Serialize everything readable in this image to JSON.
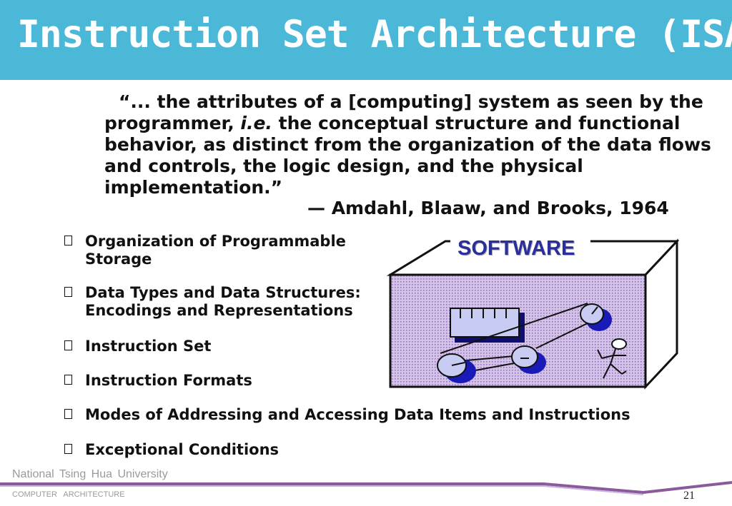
{
  "slide": {
    "title": "Instruction Set Architecture (ISA)",
    "quote": {
      "line1": "“... the attributes of a [computing] system as seen by the",
      "line2_a": "programmer, ",
      "line2_em": "i.e.",
      "line2_b": "  the conceptual structure and functional",
      "line3": "behavior, as distinct from the organization of the data flows",
      "line4": "and controls, the logic design, and the physical",
      "line5": "implementation.”"
    },
    "attribution": "— Amdahl, Blaaw, and Brooks,  1964",
    "bullets": [
      {
        "line1": "Organization of Programmable",
        "line2": "Storage"
      },
      {
        "line1": "Data Types and Data Structures:",
        "line2": "Encodings and Representations"
      },
      {
        "line1": "Instruction Set",
        "line2": ""
      },
      {
        "line1": "Instruction Formats",
        "line2": ""
      },
      {
        "line1": "Modes of Addressing and Accessing Data Items and Instructions",
        "line2": ""
      },
      {
        "line1": "Exceptional Conditions",
        "line2": ""
      }
    ],
    "illustration": {
      "label": "SOFTWARE",
      "icons": [
        "box-icon",
        "ruler-icon",
        "gear-icon",
        "stick-figure-icon"
      ]
    }
  },
  "footer": {
    "university": "National  Tsing  Hua  University",
    "course": "COMPUTER  ARCHITECTURE",
    "page_number": "21"
  },
  "colors": {
    "title_bar": "#4bb8d8",
    "title_text": "#ffffff",
    "body_text": "#111111",
    "software_label": "#2b2f9a",
    "box_face": "#c9b3e0",
    "wheel_fill": "#1a1ab8",
    "footer_line": "#8a5a9a"
  }
}
